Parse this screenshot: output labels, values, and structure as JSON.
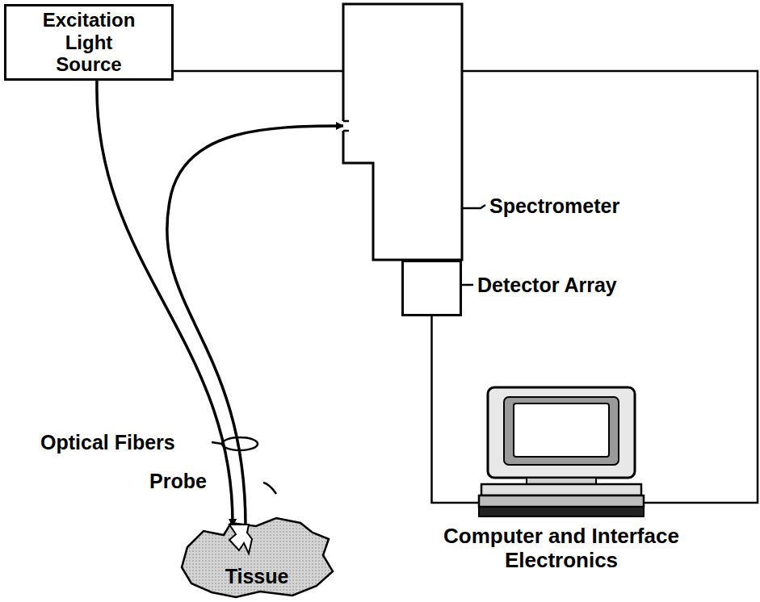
{
  "diagram": {
    "nodes": [
      {
        "text": [
          "Excitation Light Source"
        ]
      },
      {
        "text": [
          "Spectrometer"
        ]
      },
      {
        "text": [
          "Detector Array"
        ]
      },
      {
        "text": [
          "Computer and Interface Electronics"
        ]
      },
      {
        "text": [
          "Tissue"
        ]
      }
    ],
    "edges": [
      {
        "from": 0,
        "to": 4,
        "arrow": "to"
      },
      {
        "from": 4,
        "to": 1,
        "arrow": "to"
      },
      {
        "from": 2,
        "to": 3,
        "arrow": "none"
      },
      {
        "from": 0,
        "to": 3,
        "arrow": "none"
      }
    ],
    "labels": [
      "Optical Fibers",
      "Probe"
    ]
  }
}
